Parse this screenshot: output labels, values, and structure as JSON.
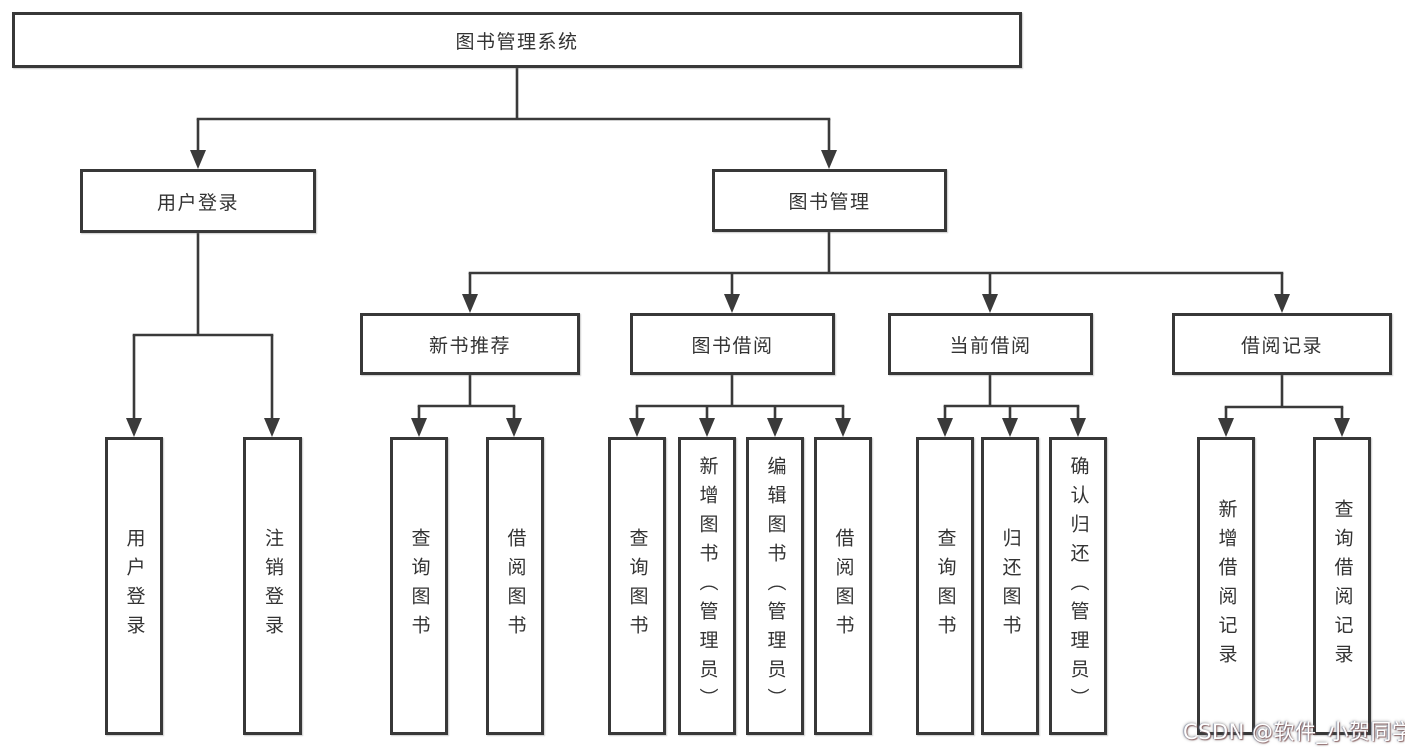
{
  "diagram_title": "图书管理系统",
  "nodes": {
    "root": "图书管理系统",
    "user_login": "用户登录",
    "book_mgmt": "图书管理",
    "new_book_rec": "新书推荐",
    "book_borrow": "图书借阅",
    "current_borrow": "当前借阅",
    "borrow_records": "借阅记录",
    "leaf_user_login": "用户登录",
    "leaf_logout": "注销登录",
    "rec_query_book": "查询图书",
    "rec_borrow_book": "借阅图书",
    "bb_query_book": "查询图书",
    "bb_add_book": "新增图书（管理员）",
    "bb_edit_book": "编辑图书（管理员）",
    "bb_borrow_book": "借阅图书",
    "cb_query_book": "查询图书",
    "cb_return_book": "归还图书",
    "cb_confirm_return": "确认归还（管理员）",
    "br_add_record": "新增借阅记录",
    "br_query_record": "查询借阅记录"
  },
  "hierarchy": {
    "图书管理系统": {
      "用户登录": [
        "用户登录",
        "注销登录"
      ],
      "图书管理": {
        "新书推荐": [
          "查询图书",
          "借阅图书"
        ],
        "图书借阅": [
          "查询图书",
          "新增图书（管理员）",
          "编辑图书（管理员）",
          "借阅图书"
        ],
        "当前借阅": [
          "查询图书",
          "归还图书",
          "确认归还（管理员）"
        ],
        "借阅记录": [
          "新增借阅记录",
          "查询借阅记录"
        ]
      }
    }
  },
  "watermark": "CSDN @软件_小贺同学",
  "colors": {
    "line": "#3a3a3a",
    "border": "#383838",
    "text": "#333333",
    "box_fill": "#ffffff",
    "background": "#ffffff",
    "watermark_text": "#ffffff"
  }
}
